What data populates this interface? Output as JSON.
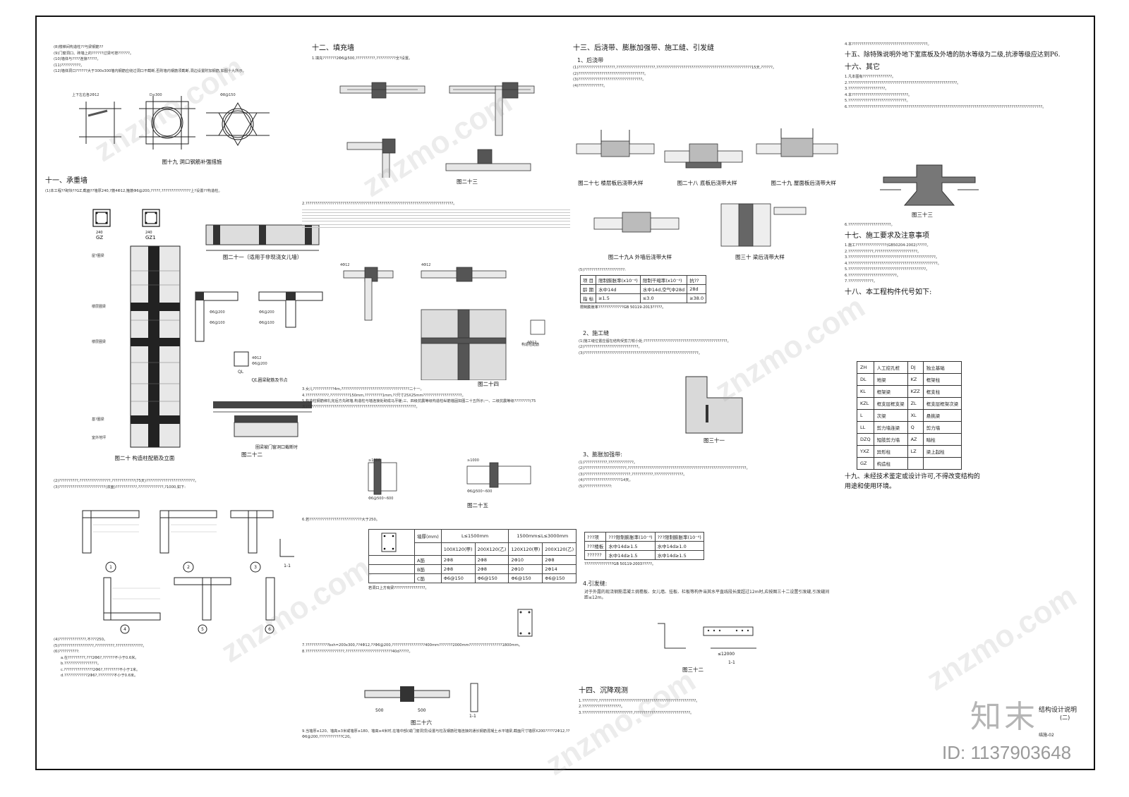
{
  "col1": {
    "top_notes": [
      "(8)楼梯间构造柱??与梁钢筋??",
      "(9)门窗洞口、砖墙上的??????过梁可按??????。",
      "(10)墙体与????连接?????。",
      "(11)??????????。",
      "(12)墙体洞口??????大于300x300墙内钢筋应绕过洞口不截断,否则墙内钢筋须截断,洞边设置附加钢筋,如图十九所示。"
    ],
    "fig19_caption": "图十九 洞口钢筋补强措施",
    "sec11_title": "十一、承重墙",
    "sec11_p1": "(1)本工程??砌块??GZ,截面??墙厚240,?筋4Φ12,箍筋Φ6@200,?????,???????????????上?设置??构造柱。",
    "gz_labels": [
      "GZ",
      "GZ1",
      "240",
      "4Φ12",
      "Φ6@200"
    ],
    "fig20_caption": "图二十 构造柱配筋及立面",
    "fig20_labels": [
      "屋?圈梁",
      "楼层圈梁",
      "楼层圈梁",
      "基?圈梁",
      "室外地坪"
    ],
    "fig21_caption": "图二十一（适用于非现浇女儿墙）",
    "ql_caption": "QL圈梁配筋及节点",
    "fig22_caption": "图二十二",
    "fig22_label": "圈梁被门窗洞口截断时",
    "sec11_p2": "(2)??????????,????????????????,????????????(75天)?????????????????????????。",
    "sec11_p3": "(3)????????????????????????(双面)???????????,?????????????,?1000,如下:",
    "detail_nums": [
      "1",
      "2",
      "3",
      "1-1",
      "4",
      "5",
      "6"
    ],
    "sec11_p4": "(4)??????????????,不???250。",
    "sec11_p5": "(5)??????????????????,??????????,??????????????。",
    "sec11_p6": "(6)??????????:",
    "sec11_items": [
      "a.在?????????,???2Φ6?,??????不小于0.6米。",
      "b.?????????????????。",
      "c.???????????????2Φ6?,????????不小于1米。",
      "d.????????????2Φ6?,????????不小于0.6米。"
    ]
  },
  "col2": {
    "sec12_title": "十二、填充墙",
    "sec12_p1": "1.填充???????2Φ6@500,??????????,??????????全?设置。",
    "fig23_caption": "图二十三",
    "sec12_p2": "2.????????????????????????????????????????????????????????????????????????????。",
    "fig24_caption": "图二十四",
    "fig24_label": "构造柱配筋",
    "sec12_p3": "3.女儿???????????4m,???????????????????????????????????二十一。",
    "sec12_p4": "4.????????????,??????????150mm,?????????1mm,??尺寸25X25mm????????????????????。",
    "sec12_p5": "5.构造柱钢筋绑扎完后方先砌墙,构造柱与墙连接处砌成马牙槎;三、四级抗震等级构造柱纵筋锚固如图二十五所示;一、二级抗震等级????????(75天)????????????????????????????????????????????????????????。",
    "fig25_caption": "图二十五",
    "fig25_labels": [
      "≥1000",
      "≥1000",
      "Φ6@500~600",
      "Φ6@500~600"
    ],
    "sec12_p6": "6.若???????????????????????????大于250。",
    "table12_head": [
      "墙厚(mm)",
      "L≤1500mm",
      "1500mm≤L≤3000mm"
    ],
    "table12_subhead": [
      "",
      "100X120(甲)",
      "200X120(乙)",
      "120X120(甲)",
      "200X120(乙)"
    ],
    "table12_rows": [
      [
        "A筋",
        "2Φ8",
        "2Φ8",
        "2Φ10",
        "2Φ8"
      ],
      [
        "B筋",
        "2Φ8",
        "2Φ8",
        "2Φ10",
        "2Φ14"
      ],
      [
        "C筋",
        "Φ6@150",
        "Φ6@150",
        "Φ6@150",
        "Φ6@150"
      ]
    ],
    "table12_note": "若洞口上方有梁????????????????。",
    "sec12_p7": "7.????????????bxh=200x300,??4Φ12,??Φ6@200,?????????????????400mm???????2000mm?????????????????1800mm。",
    "sec12_p8": "8.????????????????????,????????????????????????40d?????。",
    "fig26_caption": "图二十六",
    "fig26_labels": [
      "500",
      "500",
      "1-1"
    ],
    "sec12_p9": "9.当墙厚≤120、墙高≥3米或墙厚≥180、墙高≥4米时,在墙中部(或门窗洞顶)设置与柱及钢筋砼墙连接的通长钢筋混凝土水平墙梁,截面尺寸墙厚X200?????2Φ12,??Φ6@200,????????????C20。"
  },
  "col3": {
    "sec13_title": "十三、后浇带、膨胀加强带、施工缝、引发缝",
    "s1": "1、后浇带",
    "p1": "(1)???????????????????,????????????????????,?????????????????????????????????????????????????15天,??????。",
    "p2": "(2)??????????????????????????????????。",
    "p3": "(3)?????????????????????????????????。",
    "p4": "(4)?????????????。",
    "fig27_caption": "图二十七 楼层板后浇带大样",
    "fig28_caption": "图二十八 底板后浇带大样",
    "fig29_caption": "图二十九 屋面板后浇带大样",
    "fig29a_caption": "图二十九A 外墙后浇带大样",
    "fig30_caption": "图三十 梁后浇带大样",
    "p5": "(5)?????????????????????:",
    "table13a": [
      [
        "项 目",
        "限制膨胀率(x10⁻⁴)",
        "限制干缩率(x10⁻⁴)",
        "抗??"
      ],
      [
        "龄 期",
        "水中14d",
        "水中14d,空气中28d",
        "28d"
      ],
      [
        "指 标",
        "≥1.5",
        "≤3.0",
        "≥38.0"
      ]
    ],
    "table13a_note": "限制膨胀率?????????????GB 50119-2013?????。",
    "s2": "2、施工缝",
    "p6": "(1)施工缝位置应留在结构受剪力较小处;???????????????????????????????????????????。",
    "p7": "(2)????????????????????????????。",
    "p8": "(3)???????????????????????????????????????????????????????????。",
    "fig31_caption": "图三十一",
    "s3": "3、膨胀加强带:",
    "p9": "(1)????????????,?????????????。",
    "p10": "(2)??????????????????????,?????????????????????????????????????????????????????????????。",
    "p11": "(3)????????????????????????,???????????,???????????????。",
    "p12": "(4)???????????????????14天。",
    "p13": "(5)??????????????:",
    "table13b": [
      [
        "???项",
        "???限制膨胀率(10⁻⁴)",
        "???限制膨胀率(10⁻⁴)"
      ],
      [
        "???楼板",
        "水中14d≥1.5",
        "水中14d≥1.0"
      ],
      [
        "??????",
        "水中14d≥1.5",
        "水中14d≥1.5"
      ]
    ],
    "table13b_note": "???????????????GB 50119-2003?????。",
    "s4": "4.引发缝:",
    "p14": "对于外露的现浇钢筋混凝土挑檐板、女儿墙、挂板、栏板等构件当其水平直线段长度超过12m时,应按图三十二设置引发缝,引发缝间距≤12m。",
    "fig32_caption": "图三十二",
    "fig32_labels": [
      "≤12000",
      "1-1"
    ],
    "sec14_title": "十四、沉降观测",
    "p15": "1.????????,??????????????????????????????????????????????????。",
    "p16": "2.????????????????????。",
    "p17": "3.??????????????????????????,?????????????????????????????。"
  },
  "col4": {
    "top_note": "4.本???????????????????????????????????????。",
    "sec15_title": "十五、除特殊说明外地下室底板及外墙的防水等级为二级,抗渗等级应达到P6.",
    "sec16_title": "十六、其它",
    "notes16": [
      "1.凡本图有???????????????。",
      "2.????????????????????????????????????????????????????????。",
      "3.???????????????????。",
      "4.本?????????????????????????????。",
      "5.??????????????????????????????。",
      "6.????????????????????????????????????????????????????????????????????????????????????????????????????。"
    ],
    "fig33_caption": "图三十三",
    "note_after_fig33": "6.??????????????????????。",
    "sec17_title": "十七、施工要求及注意事项",
    "notes17": [
      "1.施工????????????????(GB50204-2002)?????。",
      "2.?????????????,??????????????????????。",
      "3.?????????????????????????????????????????????。",
      "4.??????????????????????????????????????????????。",
      "5.????????????????????????????????????????。",
      "6.?????????????????????????。",
      "7.?????????????。"
    ],
    "sec18_title": "十八、本工程构件代号如下:",
    "codes": [
      [
        "ZH",
        "人工挖孔桩",
        "DJ",
        "独立基础"
      ],
      [
        "DL",
        "地梁",
        "KZ",
        "框架柱"
      ],
      [
        "KL",
        "框架梁",
        "KZZ",
        "框支柱"
      ],
      [
        "KZL",
        "框支层框支梁",
        "ZL",
        "框支层框架次梁"
      ],
      [
        "L",
        "次梁",
        "XL",
        "悬挑梁"
      ],
      [
        "LL",
        "剪力墙连梁",
        "Q",
        "剪力墙"
      ],
      [
        "DZQ",
        "短肢剪力墙",
        "AZ",
        "暗柱"
      ],
      [
        "YXZ",
        "异形柱",
        "LZ",
        "梁上起柱"
      ],
      [
        "GZ",
        "构造柱",
        "",
        ""
      ]
    ],
    "sec19_title": "十九、未经技术鉴定或设计许可,不得改变结构的用途和使用环境。"
  },
  "titleblock": {
    "title": "结构设计说明",
    "sub": "(二)",
    "no": "结施-02"
  },
  "watermark": {
    "logo": "知末",
    "url": "znzmo.com",
    "id": "ID: 1137903648"
  }
}
